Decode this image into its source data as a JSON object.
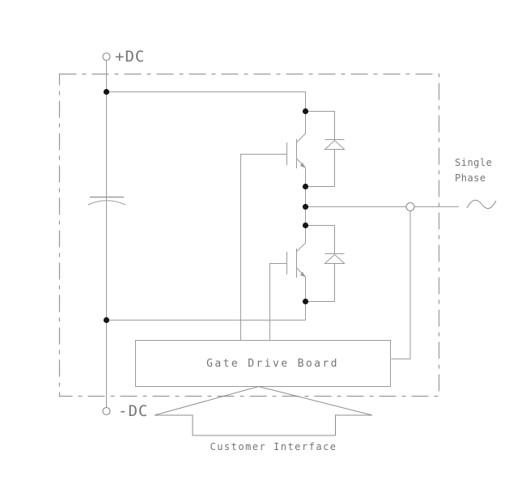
{
  "labels": {
    "dc_positive": "+DC",
    "dc_negative": "-DC",
    "single_phase_line1": "Single",
    "single_phase_line2": "Phase"
  },
  "blocks": {
    "gate_drive_board": "Gate Drive Board",
    "customer_interface": "Customer Interface"
  },
  "colors": {
    "wire": "#9a9a9a",
    "enclosure_border": "#989898",
    "text": "#747474",
    "junction_dot": "#161616",
    "background": "#ffffff"
  }
}
